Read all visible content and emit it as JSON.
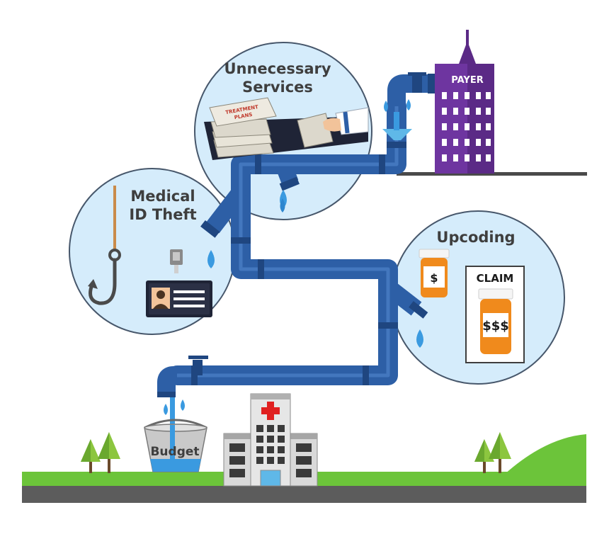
{
  "labels": {
    "payer": "PAYER",
    "unnecessary_line1": "Unnecessary",
    "unnecessary_line2": "Services",
    "treatment_line1": "TREATMENT",
    "treatment_line2": "PLANS",
    "medical_line1": "Medical",
    "medical_line2": "ID Theft",
    "upcoding": "Upcoding",
    "small_bottle": "$",
    "claim": "CLAIM",
    "claim_amount": "$$$",
    "budget": "Budget"
  },
  "colors": {
    "pipe": "#2d5fa6",
    "pipe_dark": "#1f4680",
    "bubble_fill": "#d5ecfb",
    "bubble_stroke": "#47576b",
    "payer_building": "#5b2a86",
    "grass": "#6cc43a",
    "road": "#5c5c5c",
    "water": "#3a9ae0",
    "bottle_orange": "#f08a1c",
    "cross_red": "#e02020"
  },
  "icons": {
    "payer": "office-building-icon",
    "hospital": "hospital-icon",
    "bucket": "bucket-icon",
    "hook": "fishing-hook-icon",
    "id_card": "id-badge-icon",
    "documents": "document-stack-icon",
    "hand": "hand-icon",
    "pill_bottle": "pill-bottle-icon",
    "claim_form": "claim-form-icon",
    "faucet": "faucet-icon",
    "tree": "tree-icon",
    "water_drop": "water-drop-icon"
  }
}
